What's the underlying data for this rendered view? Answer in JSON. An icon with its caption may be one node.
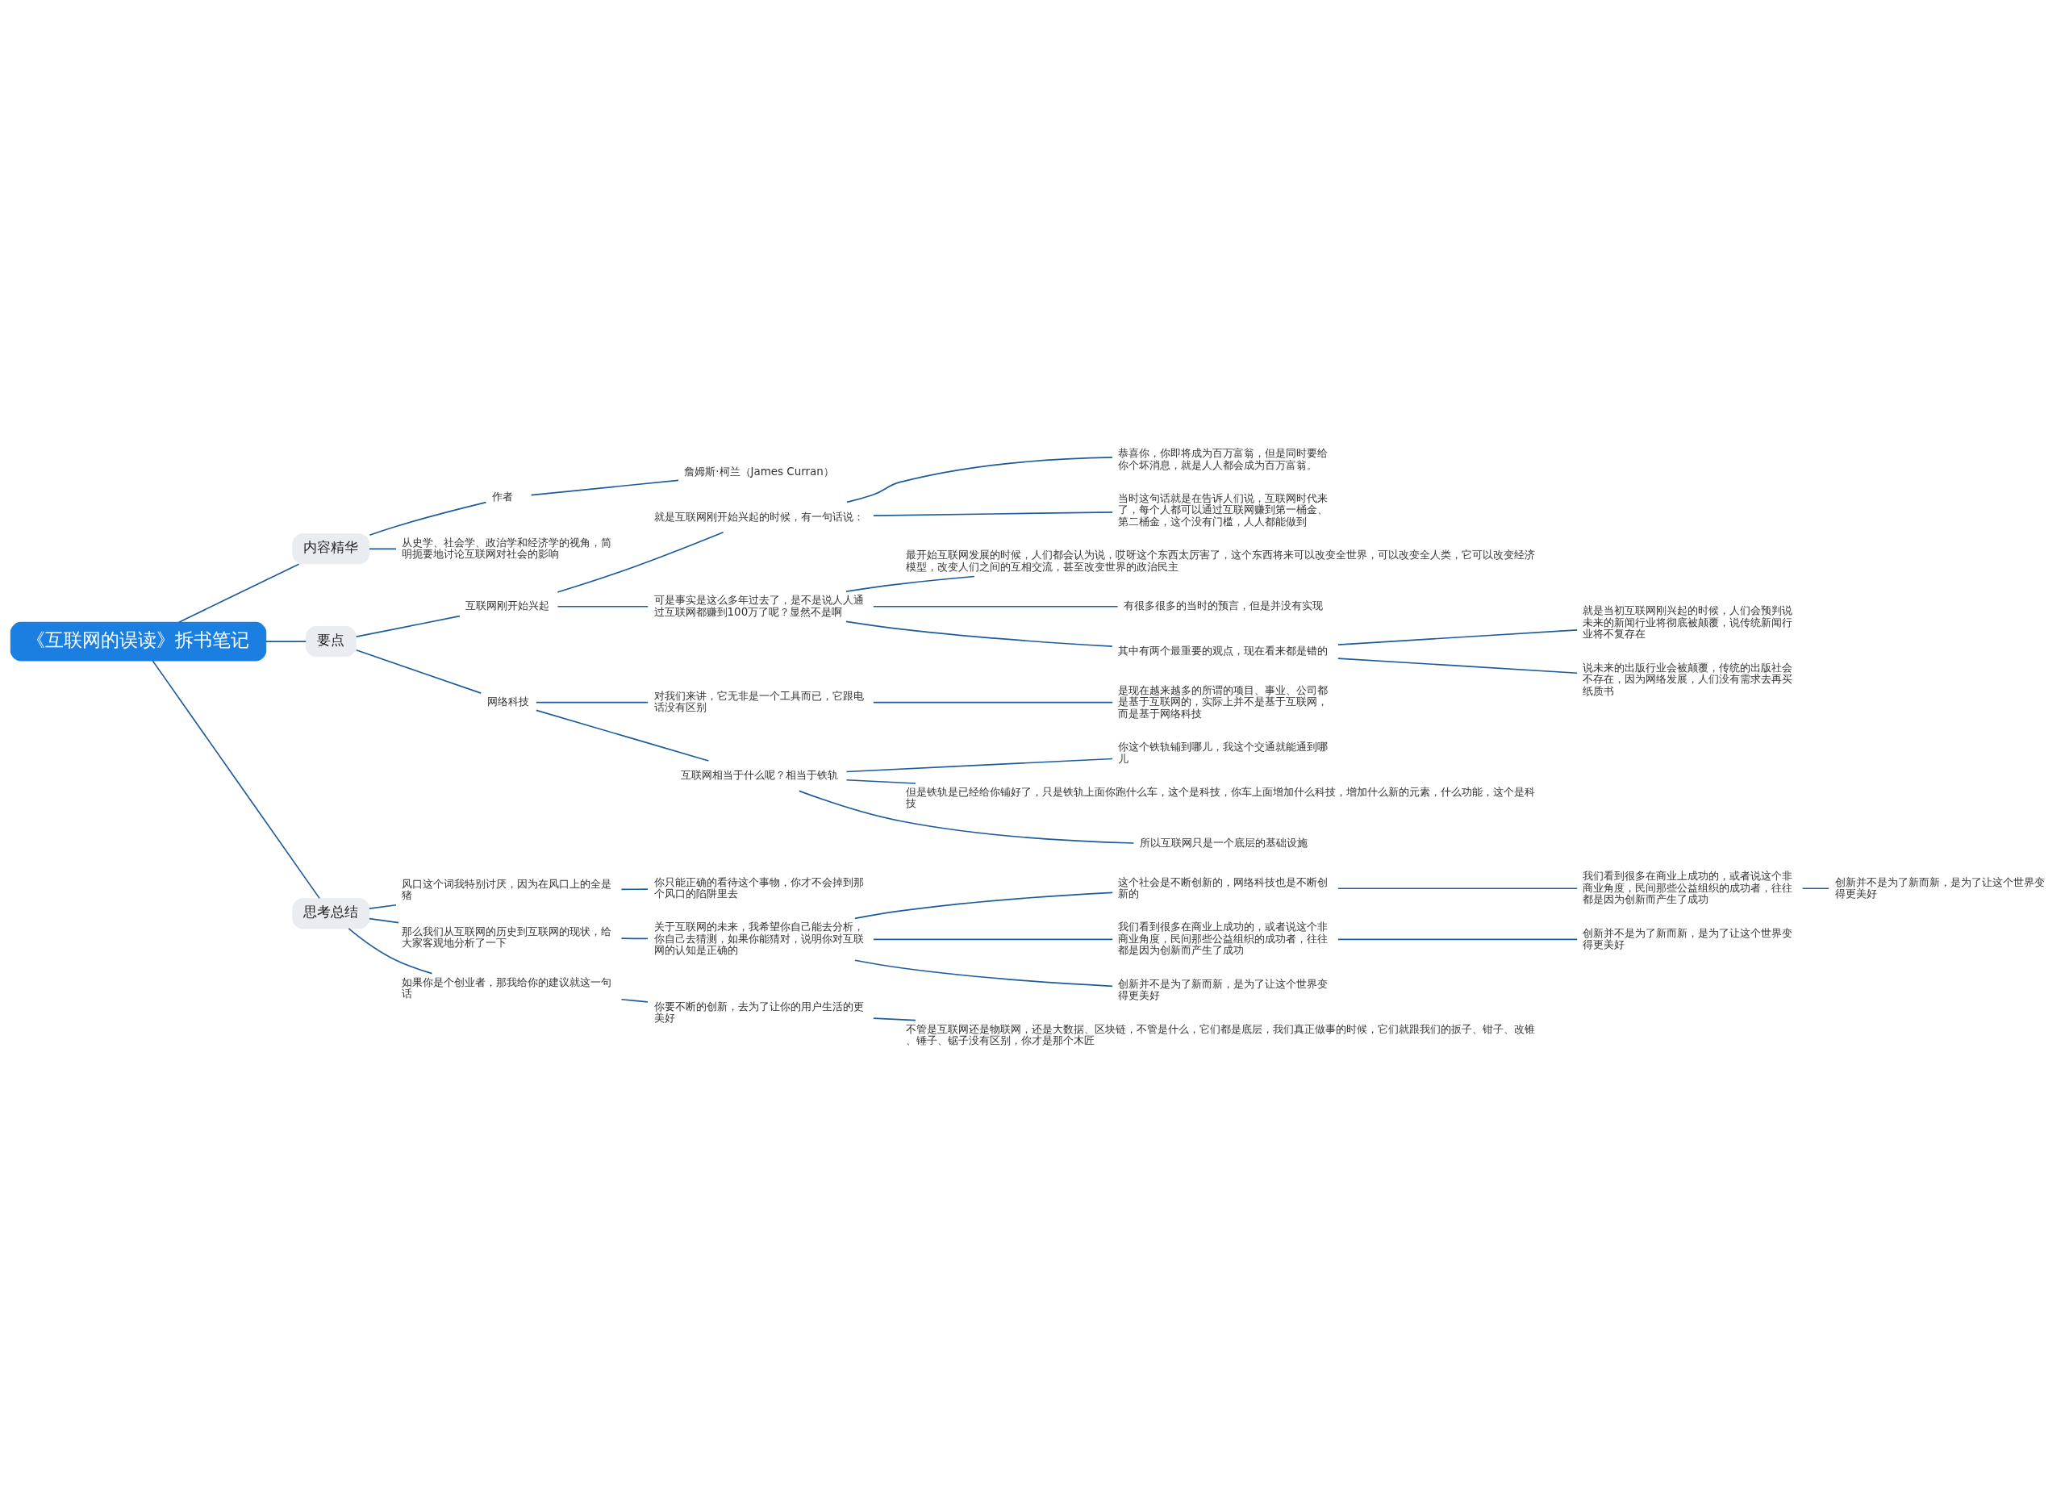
{
  "diagram": {
    "nodes": [
      {
        "text": [
          "《互联网的误读》拆书笔记"
        ]
      },
      {
        "text": [
          "内容精华"
        ]
      },
      {
        "text": [
          "作者"
        ]
      },
      {
        "text": [
          "詹姆斯·柯兰（James Curran）"
        ]
      },
      {
        "text": [
          "从史学、社会学、政治学和经济学的视角，简明扼要地讨论互联网对社会的影响"
        ]
      },
      {
        "text": [
          "要点"
        ]
      },
      {
        "text": [
          "互联网刚开始兴起"
        ]
      },
      {
        "text": [
          "就是互联网刚开始兴起的时候，有一句话说："
        ]
      },
      {
        "text": [
          "恭喜你，你即将成为百万富翁，但是同时要给你个坏消息，就是人人都会成为百万富翁。"
        ]
      },
      {
        "text": [
          "当时这句话就是在告诉人们说，互联网时代来了，每个人都可以通过互联网赚到第一桶金、第二桶金，这个没有门槛，人人都能做到"
        ]
      },
      {
        "text": [
          "可是事实是这么多年过去了，是不是说人人通过互联网都赚到100万了呢？显然不是啊"
        ]
      },
      {
        "text": [
          "最开始互联网发展的时候，人们都会认为说，哎呀这个东西太厉害了，这个东西将来可以改变全世界，可以改变全人类，它可以改变经济模型，改变人们之间的互相交流，甚至改变世界的政治民主"
        ]
      },
      {
        "text": [
          "有很多很多的当时的预言，但是并没有实现"
        ]
      },
      {
        "text": [
          "其中有两个最重要的观点，现在看来都是错的"
        ]
      },
      {
        "text": [
          "就是当初互联网刚兴起的时候，人们会预判说未来的新闻行业将彻底被颠覆，说传统新闻行业将不复存在"
        ]
      },
      {
        "text": [
          "说未来的出版行业会被颠覆，传统的出版社会不存在，因为网络发展，人们没有需求去再买纸质书"
        ]
      },
      {
        "text": [
          "网络科技"
        ]
      },
      {
        "text": [
          "对我们来讲，它无非是一个工具而已，它跟电话没有区别"
        ]
      },
      {
        "text": [
          "是现在越来越多的所谓的项目、事业、公司都是基于互联网的，实际上并不是基于互联网，而是基于网络科技"
        ]
      },
      {
        "text": [
          "互联网相当于什么呢？相当于铁轨"
        ]
      },
      {
        "text": [
          "你这个铁轨铺到哪儿，我这个交通就能通到哪儿"
        ]
      },
      {
        "text": [
          "但是铁轨是已经给你铺好了，只是铁轨上面你跑什么车，这个是科技，你车上面增加什么科技，增加什么新的元素，什么功能，这个是科技"
        ]
      },
      {
        "text": [
          "所以互联网只是一个底层的基础设施"
        ]
      },
      {
        "text": [
          "思考总结"
        ]
      },
      {
        "text": [
          "风口这个词我特别讨厌，因为在风口上的全是猪"
        ]
      },
      {
        "text": [
          "你只能正确的看待这个事物，你才不会掉到那个风口的陷阱里去"
        ]
      },
      {
        "text": [
          "那么我们从互联网的历史到互联网的现状，给大家客观地分析了一下"
        ]
      },
      {
        "text": [
          "关于互联网的未来，我希望你自己能去分析，你自己去猜测，如果你能猜对，说明你对互联网的认知是正确的"
        ]
      },
      {
        "text": [
          "这个社会是不断创新的，网络科技也是不断创新的"
        ]
      },
      {
        "text": [
          "我们看到很多在商业上成功的，或者说这个非商业角度，民间那些公益组织的成功者，往往都是因为创新而产生了成功"
        ]
      },
      {
        "text": [
          "创新并不是为了新而新，是为了让这个世界变得更美好"
        ]
      },
      {
        "text": [
          "我们看到很多在商业上成功的，或者说这个非商业角度，民间那些公益组织的成功者，往往都是因为创新而产生了成功"
        ]
      },
      {
        "text": [
          "创新并不是为了新而新，是为了让这个世界变得更美好"
        ]
      },
      {
        "text": [
          "创新并不是为了新而新，是为了让这个世界变得更美好"
        ]
      },
      {
        "text": [
          "如果你是个创业者，那我给你的建议就这一句话"
        ]
      },
      {
        "text": [
          "你要不断的创新，去为了让你的用户生活的更美好"
        ]
      },
      {
        "text": [
          "不管是互联网还是物联网，还是大数据、区块链，不管是什么，它们都是底层，我们真正做事的时候，它们就跟我们的扳子、钳子、改锥、锤子、锯子没有区别，你才是那个木匠"
        ]
      }
    ],
    "edges": [
      {
        "from": 0,
        "to": 1,
        "arrow": "none"
      },
      {
        "from": 1,
        "to": 2,
        "arrow": "none"
      },
      {
        "from": 2,
        "to": 3,
        "arrow": "none"
      },
      {
        "from": 1,
        "to": 4,
        "arrow": "none"
      },
      {
        "from": 0,
        "to": 5,
        "arrow": "none"
      },
      {
        "from": 5,
        "to": 6,
        "arrow": "none"
      },
      {
        "from": 6,
        "to": 7,
        "arrow": "none"
      },
      {
        "from": 7,
        "to": 8,
        "arrow": "none"
      },
      {
        "from": 7,
        "to": 9,
        "arrow": "none"
      },
      {
        "from": 6,
        "to": 10,
        "arrow": "none"
      },
      {
        "from": 10,
        "to": 11,
        "arrow": "none"
      },
      {
        "from": 10,
        "to": 12,
        "arrow": "none"
      },
      {
        "from": 10,
        "to": 13,
        "arrow": "none"
      },
      {
        "from": 13,
        "to": 14,
        "arrow": "none"
      },
      {
        "from": 13,
        "to": 15,
        "arrow": "none"
      },
      {
        "from": 5,
        "to": 16,
        "arrow": "none"
      },
      {
        "from": 16,
        "to": 17,
        "arrow": "none"
      },
      {
        "from": 17,
        "to": 18,
        "arrow": "none"
      },
      {
        "from": 16,
        "to": 19,
        "arrow": "none"
      },
      {
        "from": 19,
        "to": 20,
        "arrow": "none"
      },
      {
        "from": 19,
        "to": 21,
        "arrow": "none"
      },
      {
        "from": 19,
        "to": 22,
        "arrow": "none"
      },
      {
        "from": 0,
        "to": 23,
        "arrow": "none"
      },
      {
        "from": 23,
        "to": 24,
        "arrow": "none"
      },
      {
        "from": 24,
        "to": 25,
        "arrow": "none"
      },
      {
        "from": 23,
        "to": 26,
        "arrow": "none"
      },
      {
        "from": 26,
        "to": 27,
        "arrow": "none"
      },
      {
        "from": 27,
        "to": 28,
        "arrow": "none"
      },
      {
        "from": 28,
        "to": 29,
        "arrow": "none"
      },
      {
        "from": 29,
        "to": 30,
        "arrow": "none"
      },
      {
        "from": 27,
        "to": 31,
        "arrow": "none"
      },
      {
        "from": 31,
        "to": 32,
        "arrow": "none"
      },
      {
        "from": 27,
        "to": 33,
        "arrow": "none"
      },
      {
        "from": 23,
        "to": 34,
        "arrow": "none"
      },
      {
        "from": 34,
        "to": 35,
        "arrow": "none"
      },
      {
        "from": 35,
        "to": 36,
        "arrow": "none"
      }
    ]
  }
}
